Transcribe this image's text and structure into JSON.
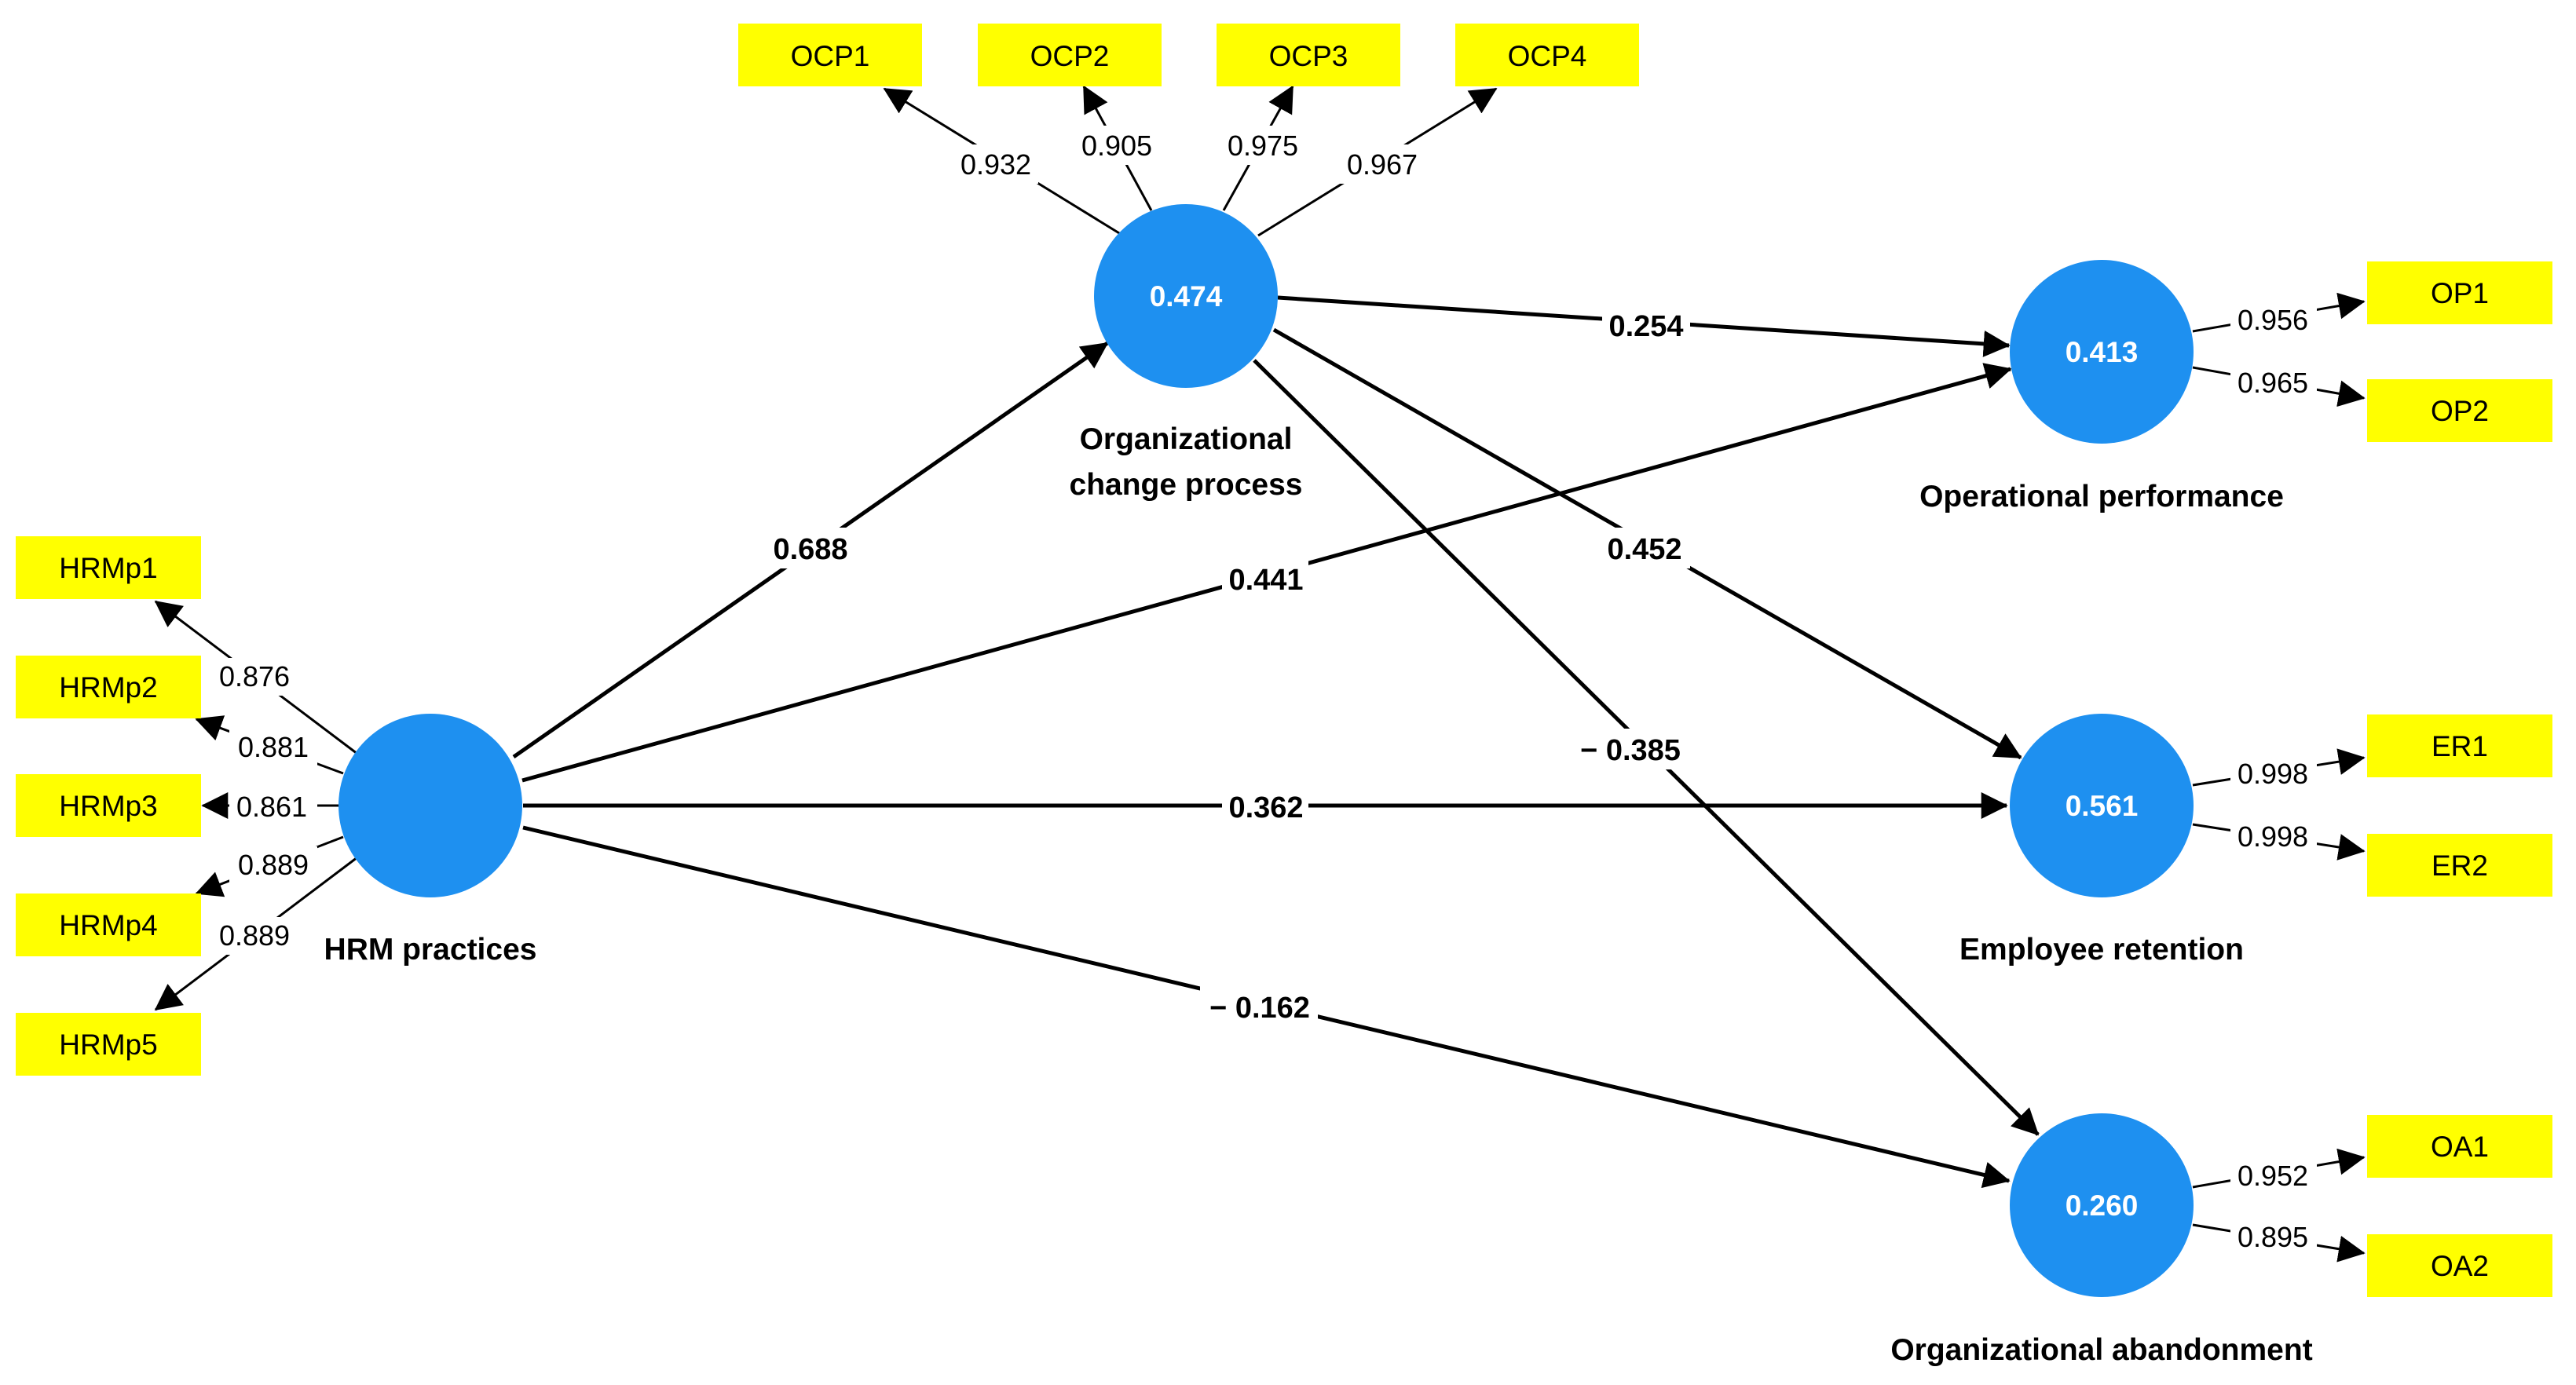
{
  "indicators": {
    "OCP1": "OCP1",
    "OCP2": "OCP2",
    "OCP3": "OCP3",
    "OCP4": "OCP4",
    "OP1": "OP1",
    "OP2": "OP2",
    "ER1": "ER1",
    "ER2": "ER2",
    "OA1": "OA1",
    "OA2": "OA2",
    "HRMp1": "HRMp1",
    "HRMp2": "HRMp2",
    "HRMp3": "HRMp3",
    "HRMp4": "HRMp4",
    "HRMp5": "HRMp5"
  },
  "constructs": {
    "ocp": {
      "value": "0.474",
      "name_line1": "Organizational",
      "name_line2": "change process"
    },
    "op": {
      "value": "0.413",
      "name": "Operational performance"
    },
    "er": {
      "value": "0.561",
      "name": "Employee retention"
    },
    "oa": {
      "value": "0.260",
      "name": "Organizational abandonment"
    },
    "hrm": {
      "name": "HRM practices"
    }
  },
  "paths": {
    "hrm_ocp": "0.688",
    "hrm_op": "0.441",
    "hrm_er": "0.362",
    "hrm_oa": "− 0.162",
    "ocp_op": "0.254",
    "ocp_er": "0.452",
    "ocp_oa": "− 0.385"
  },
  "loadings": {
    "OCP1": "0.932",
    "OCP2": "0.905",
    "OCP3": "0.975",
    "OCP4": "0.967",
    "OP1": "0.956",
    "OP2": "0.965",
    "ER1": "0.998",
    "ER2": "0.998",
    "OA1": "0.952",
    "OA2": "0.895",
    "HRMp1": "0.876",
    "HRMp2": "0.881",
    "HRMp3": "0.861",
    "HRMp4": "0.889",
    "HRMp5": "0.889"
  },
  "colors": {
    "construct_fill": "#1E90F0",
    "indicator_fill": "#FFFF00",
    "arrow": "#000000"
  }
}
